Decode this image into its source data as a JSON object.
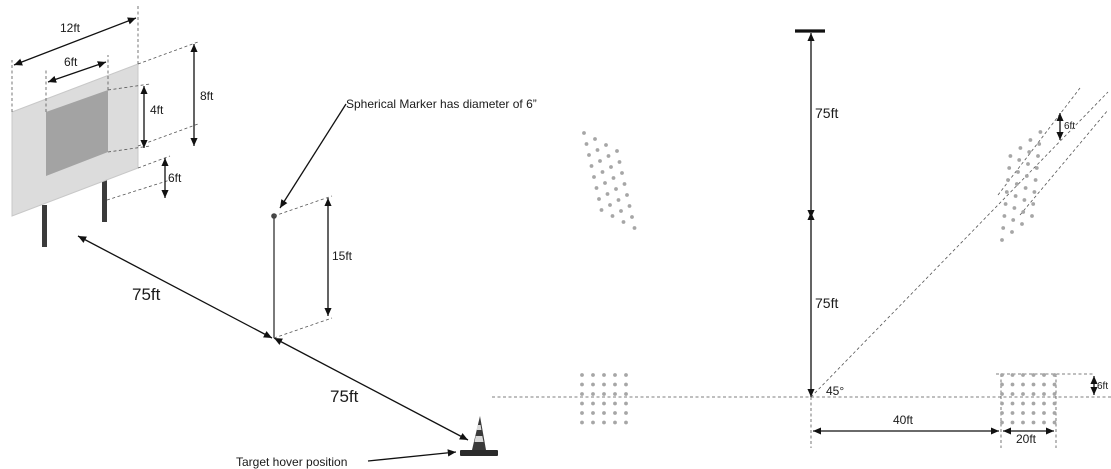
{
  "left_scene": {
    "board": {
      "width_label": "12ft",
      "inner_width_label": "6ft",
      "inner_height_label": "4ft",
      "height_label": "8ft",
      "clearance_label": "6ft"
    },
    "marker": {
      "callout": "Spherical Marker has diameter of 6”",
      "height_label": "15ft"
    },
    "distances": {
      "board_to_marker": "75ft",
      "marker_to_cone": "75ft"
    },
    "cone_label": "Target hover position"
  },
  "right_scene": {
    "vertical_top_label": "75ft",
    "vertical_bottom_label": "75ft",
    "angle_label": "45°",
    "offset_label": "40ft",
    "grid_width_label": "20ft",
    "grid_depth_label": "6ft",
    "diag_spacing_label": "6ft"
  }
}
